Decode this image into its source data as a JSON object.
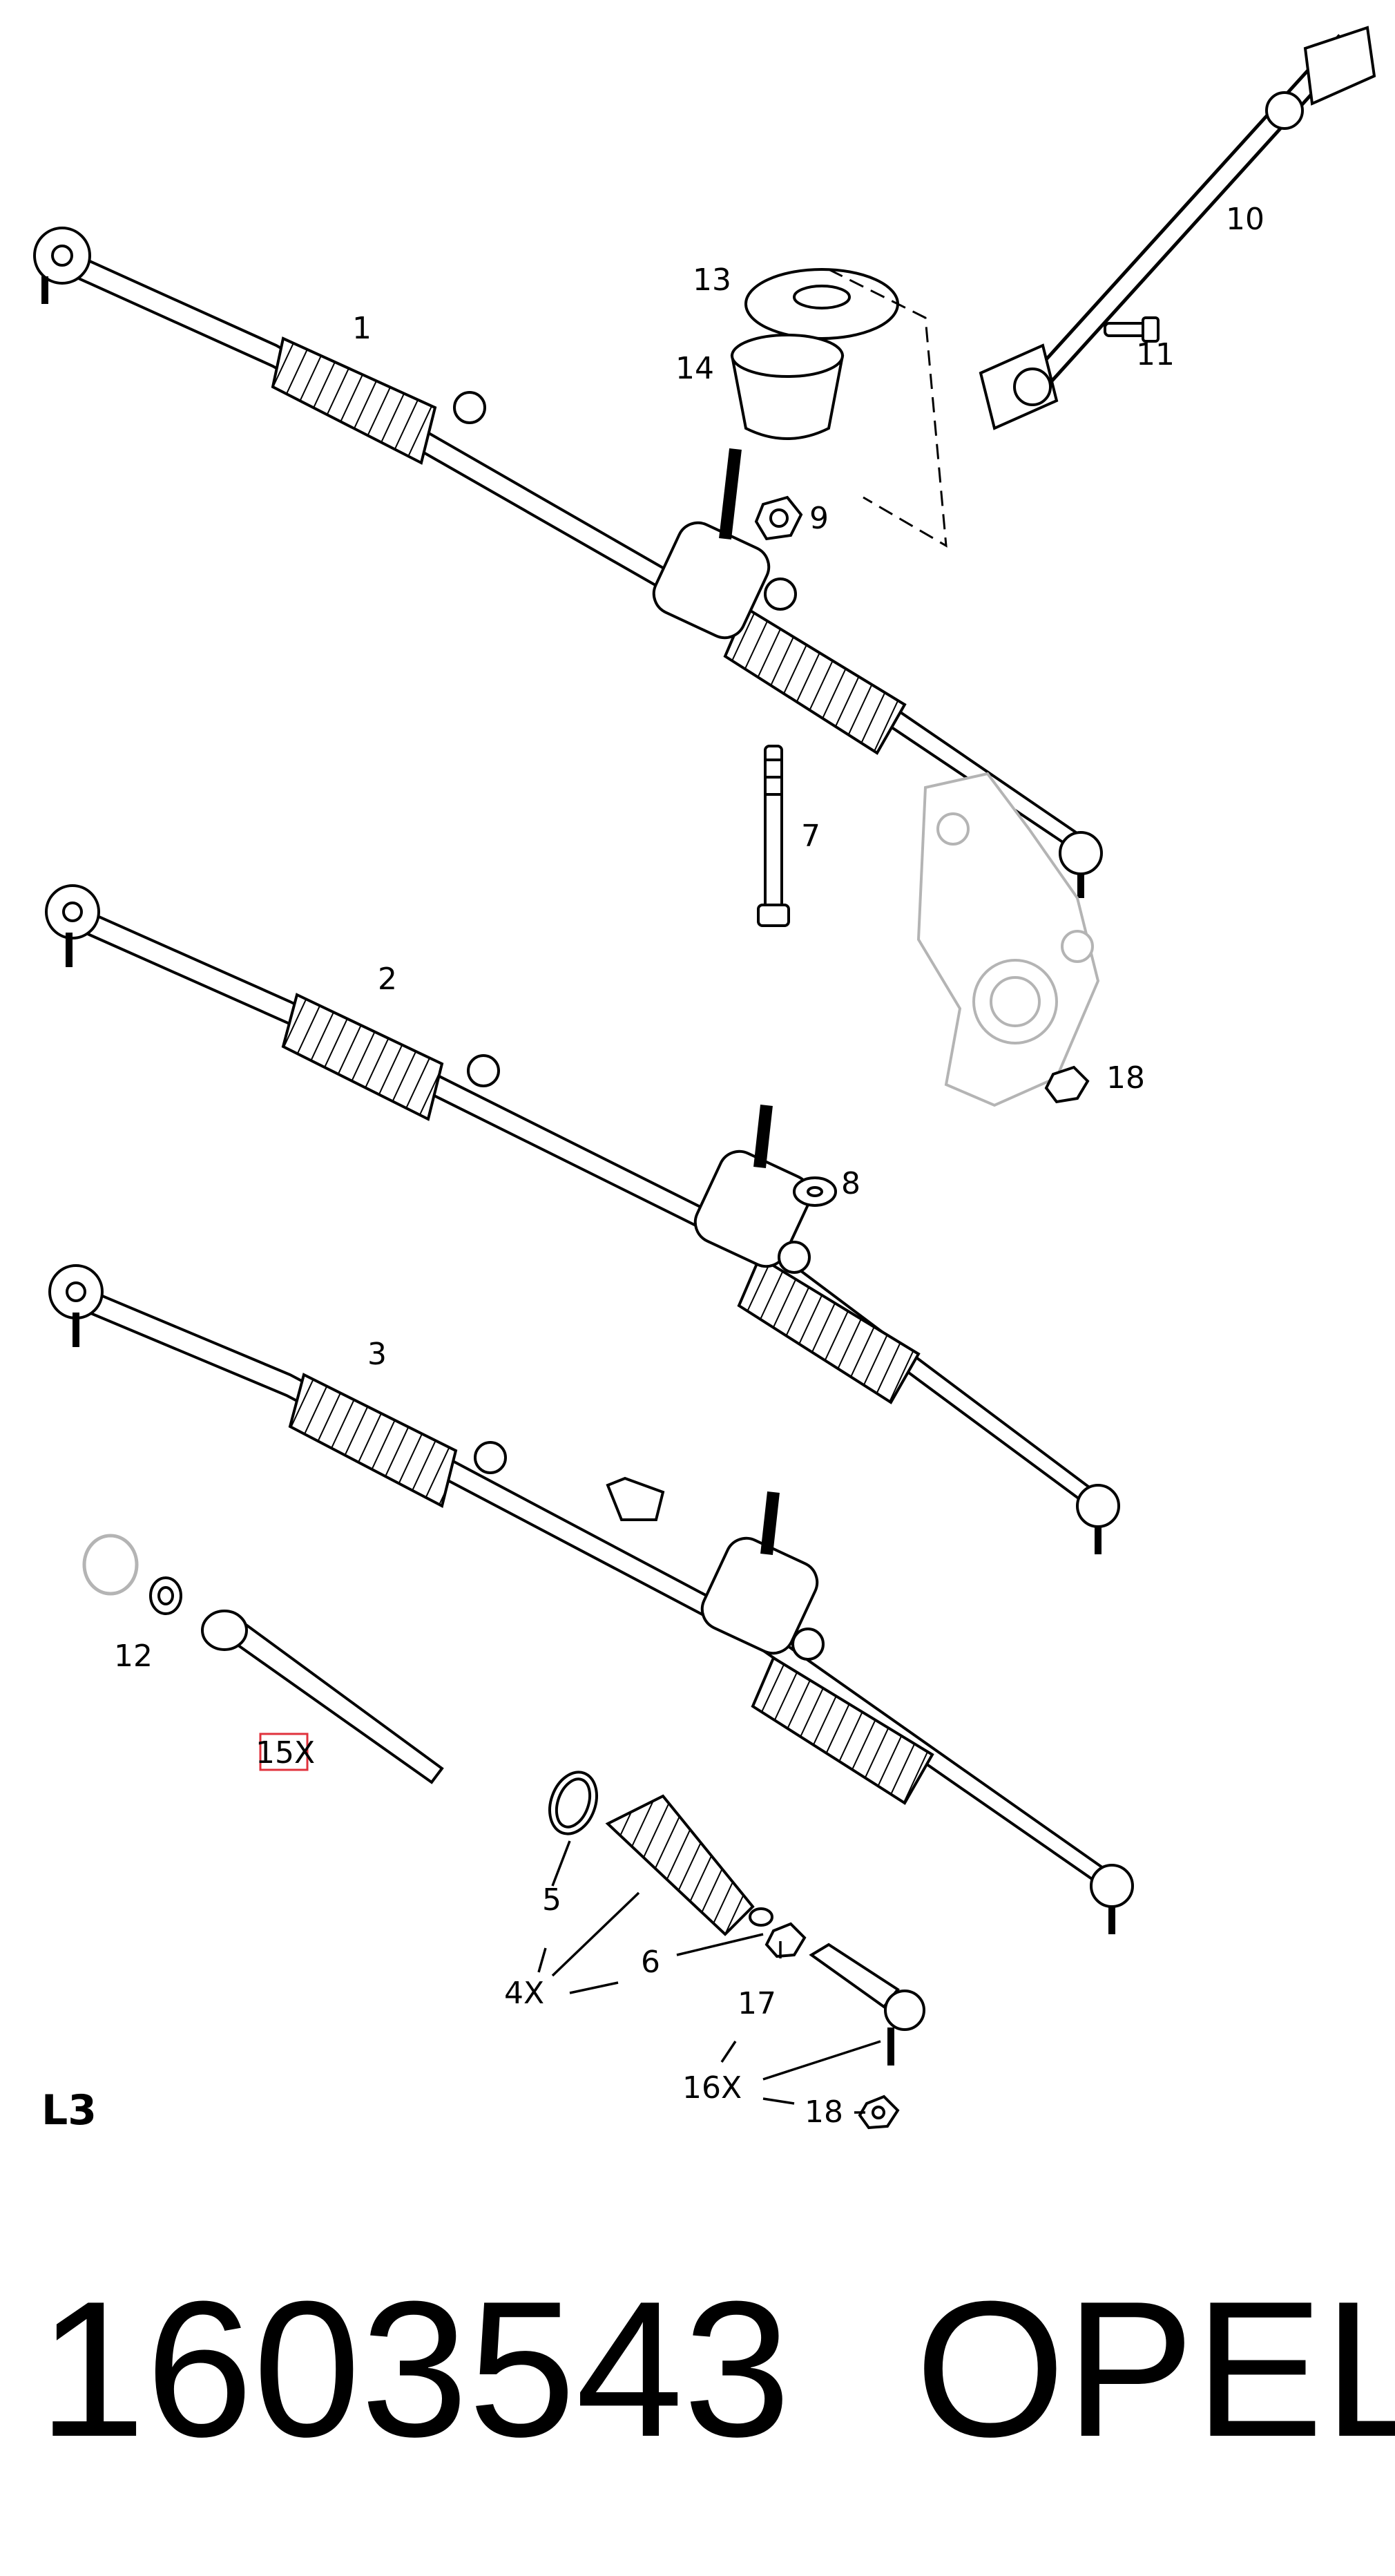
{
  "callouts": {
    "c1": "1",
    "c2": "2",
    "c3": "3",
    "c4": "4X",
    "c5": "5",
    "c6": "6",
    "c7": "7",
    "c8": "8",
    "c9": "9",
    "c10": "10",
    "c11": "11",
    "c12": "12",
    "c13": "13",
    "c14": "14",
    "c15": "15X",
    "c16": "16X",
    "c17": "17",
    "c18a": "18",
    "c18b": "18"
  },
  "drawing_code": "L3",
  "footer": {
    "part_number": "1603543",
    "brand": "OPEL"
  },
  "colors": {
    "line": "#000000",
    "ghost": "#b4b4b4",
    "highlight": "#e0323c"
  }
}
